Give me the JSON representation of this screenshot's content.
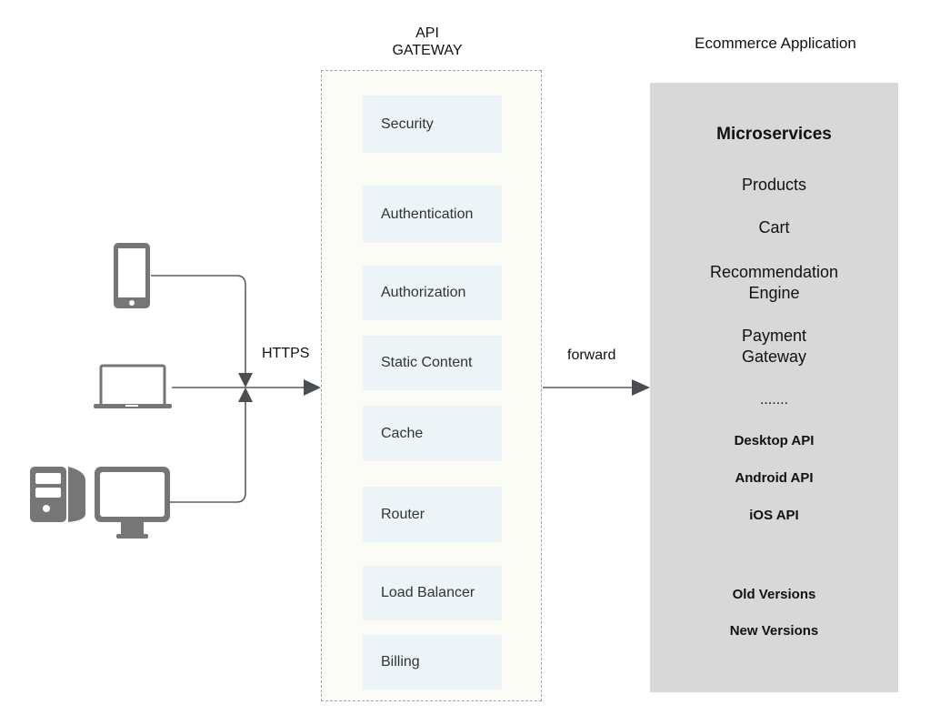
{
  "gateway": {
    "title_line1": "API",
    "title_line2": "GATEWAY",
    "modules": [
      {
        "label": "Security"
      },
      {
        "label": "Authentication"
      },
      {
        "label": "Authorization"
      },
      {
        "label": "Static Content"
      },
      {
        "label": "Cache"
      },
      {
        "label": "Router"
      },
      {
        "label": "Load Balancer"
      },
      {
        "label": "Billing"
      }
    ]
  },
  "clients": {
    "devices": [
      {
        "name": "mobile-phone-icon"
      },
      {
        "name": "laptop-icon"
      },
      {
        "name": "desktop-computer-icon"
      }
    ],
    "connection_label": "HTTPS"
  },
  "forward_label": "forward",
  "application": {
    "title": "Ecommerce Application",
    "heading": "Microservices",
    "services": [
      "Products",
      "Cart",
      "Recommendation Engine",
      "Payment Gateway"
    ],
    "ellipsis": ".......",
    "apis": [
      "Desktop API",
      "Android API",
      "iOS API"
    ],
    "versions": [
      "Old Versions",
      "New Versions"
    ]
  },
  "colors": {
    "line": "#5a5e60",
    "icon": "#767676",
    "gateway_bg": "#fbfcf6",
    "module_bg": "#ecf4f7",
    "app_bg": "#d8d8d8"
  }
}
